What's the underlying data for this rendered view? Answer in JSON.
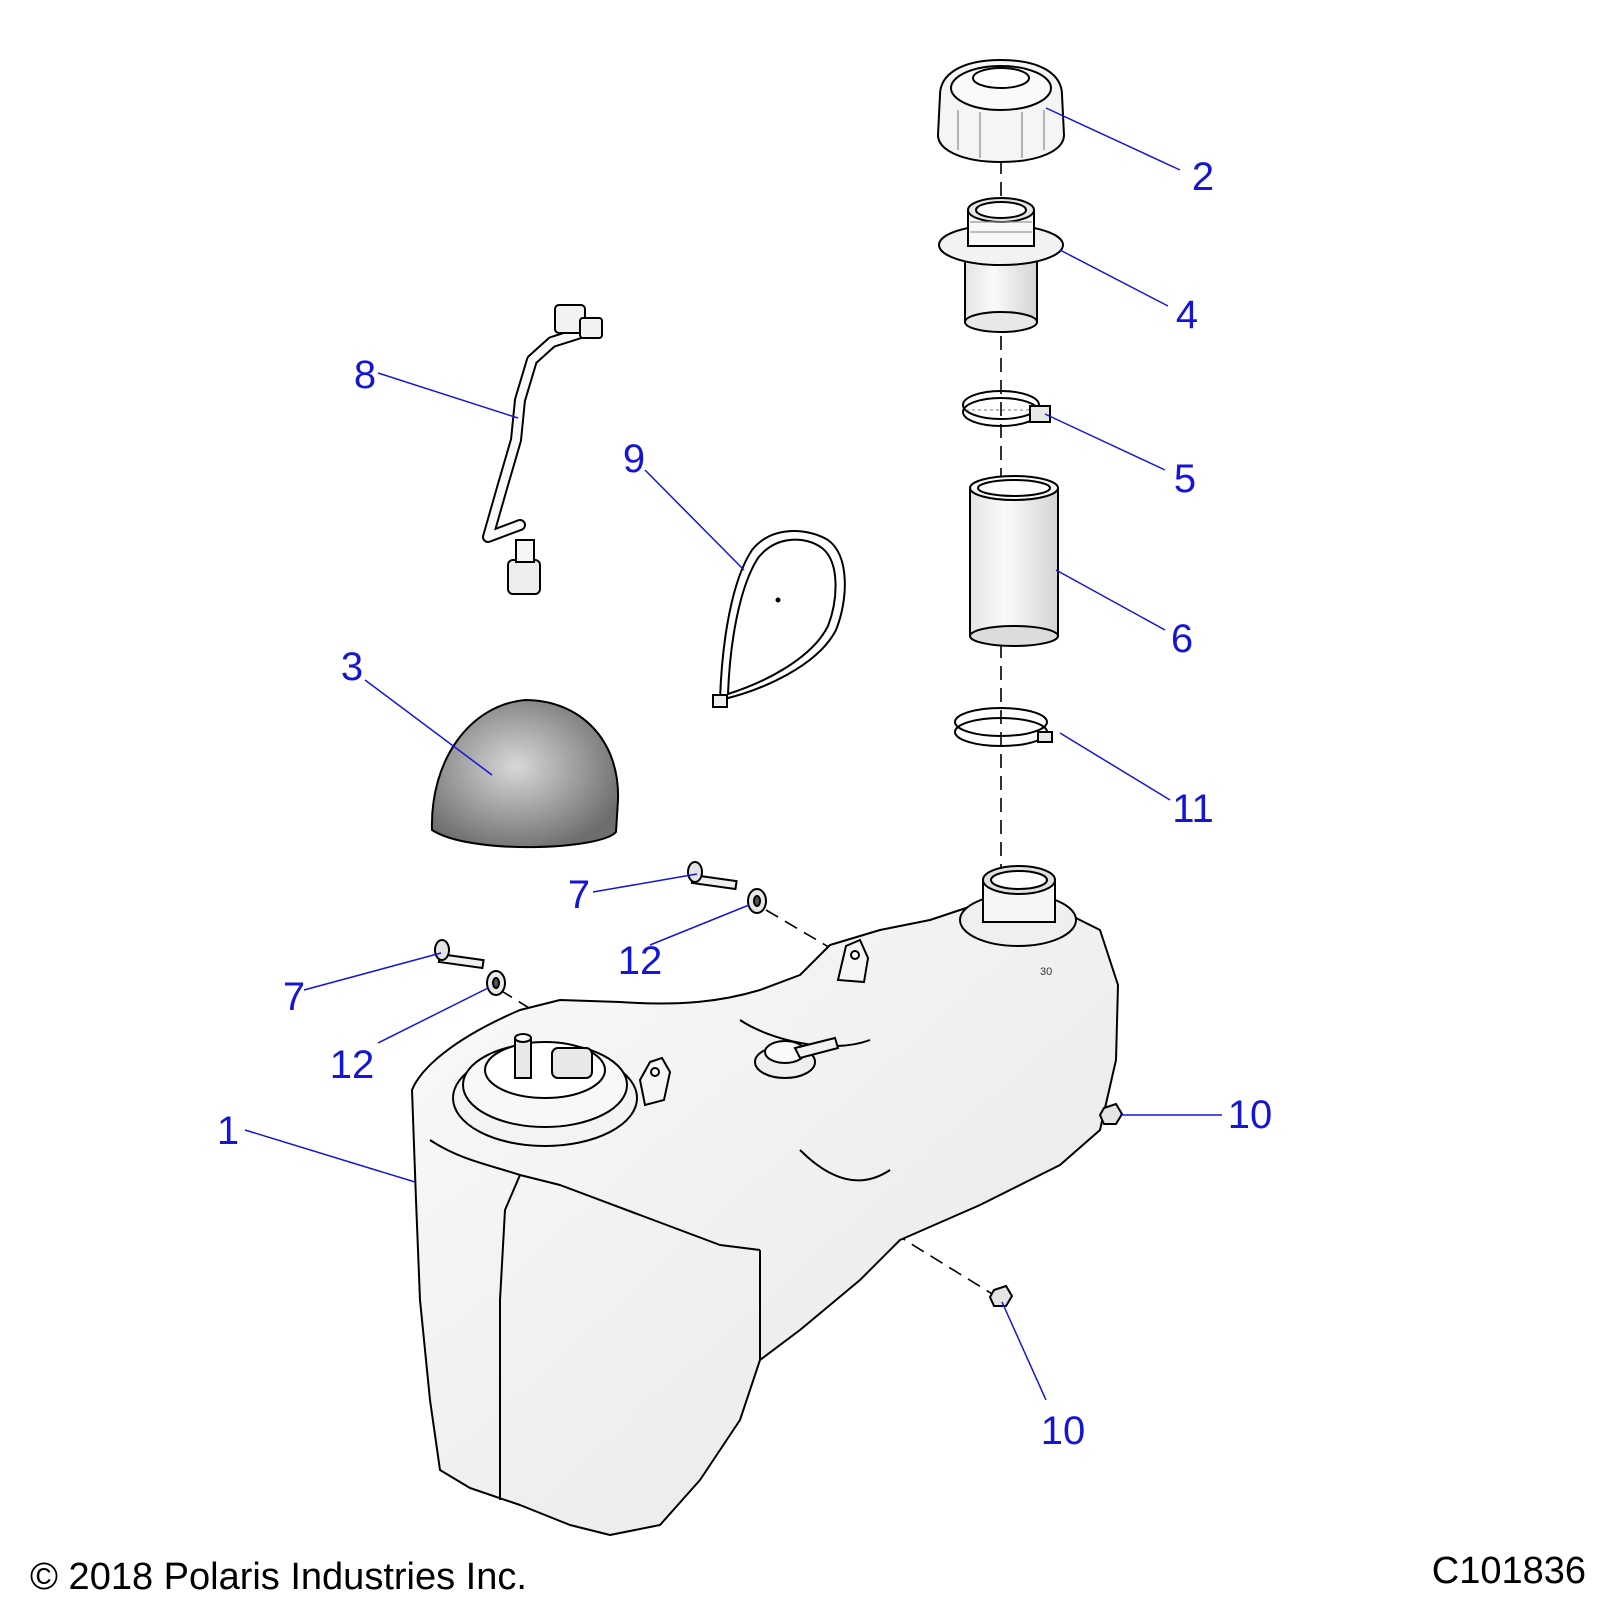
{
  "callouts": [
    {
      "id": "callout-1",
      "label": "1"
    },
    {
      "id": "callout-2",
      "label": "2"
    },
    {
      "id": "callout-3",
      "label": "3"
    },
    {
      "id": "callout-4",
      "label": "4"
    },
    {
      "id": "callout-5",
      "label": "5"
    },
    {
      "id": "callout-6",
      "label": "6"
    },
    {
      "id": "callout-7a",
      "label": "7"
    },
    {
      "id": "callout-7b",
      "label": "7"
    },
    {
      "id": "callout-8",
      "label": "8"
    },
    {
      "id": "callout-9",
      "label": "9"
    },
    {
      "id": "callout-10a",
      "label": "10"
    },
    {
      "id": "callout-10b",
      "label": "10"
    },
    {
      "id": "callout-11",
      "label": "11"
    },
    {
      "id": "callout-12a",
      "label": "12"
    },
    {
      "id": "callout-12b",
      "label": "12"
    }
  ],
  "footer": {
    "copyright": "© 2018 Polaris Industries Inc.",
    "drawing_id": "C101836"
  },
  "colors": {
    "callout": "#1515d6",
    "line": "#000000",
    "part_fill": "#f2f2f2",
    "shadow_fill": "#9a9a9a"
  }
}
